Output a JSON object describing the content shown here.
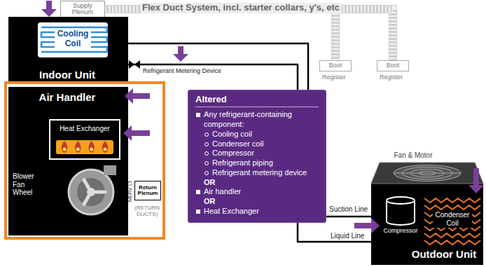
{
  "diagram": {
    "nodes": [
      {
        "text": [
          "Supply Plenum"
        ]
      },
      {
        "text": [
          "Indoor Unit"
        ]
      },
      {
        "text": [
          "Cooling Coil"
        ],
        "in": 1
      },
      {
        "text": [
          "Air Handler",
          "Blower Fan Wheel"
        ]
      },
      {
        "text": [
          "Heat Exchanger"
        ],
        "in": 3
      },
      {
        "text": [
          "Return Plenum"
        ]
      },
      {
        "text": [
          "Boot"
        ]
      },
      {
        "text": [
          "Boot"
        ]
      },
      {
        "text": [
          "Altered",
          "Any refrigerant-containing component:",
          "Cooling coil",
          "Condenser coil",
          "Compressor",
          "Refrigerant piping",
          "Refrigerant metering device",
          "OR",
          "Air handler",
          "OR",
          "Heat Exchanger"
        ]
      },
      {
        "text": [
          "Fan & Motor",
          "Outdoor Unit"
        ]
      },
      {
        "text": [
          "Compressor"
        ],
        "in": 9
      },
      {
        "text": [
          "Condenser Coil"
        ],
        "in": 9
      }
    ],
    "edges": [
      {
        "from": 1,
        "to": 10,
        "arrow": "none",
        "label": "Suction Line"
      },
      {
        "from": 1,
        "to": 9,
        "arrow": "none",
        "label": "Liquid Line"
      },
      {
        "from": 0,
        "to": 6,
        "arrow": "none"
      },
      {
        "from": 0,
        "to": 7,
        "arrow": "none"
      }
    ],
    "labels": [
      "Flex Duct System, incl. starter collars, y's, etc",
      "Register",
      "Register",
      "Refrigerant Metering Device",
      "MERV 13",
      "(RETURN DUCTS)"
    ]
  }
}
